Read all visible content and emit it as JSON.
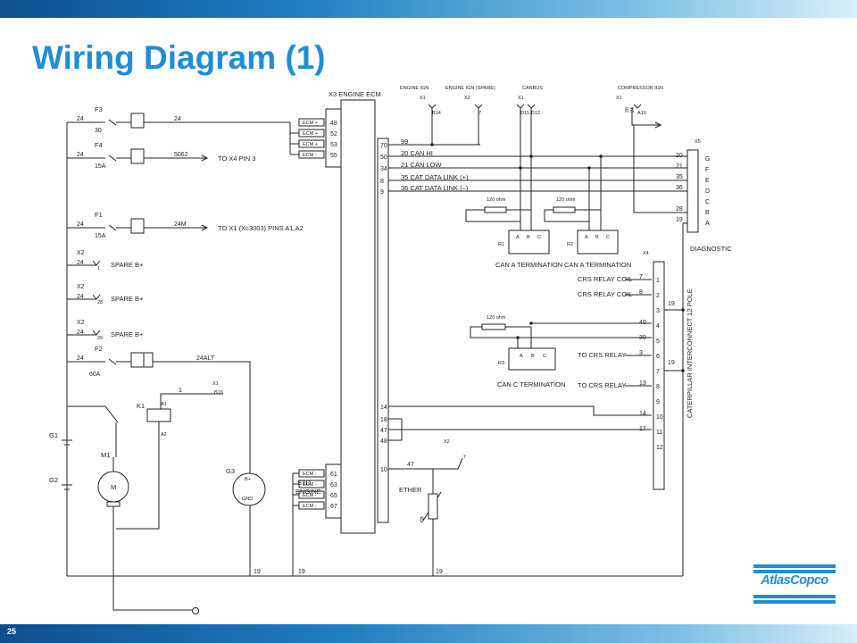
{
  "slide": {
    "title": "Wiring Diagram (1)",
    "page_number": "25"
  },
  "logo": {
    "text": "AtlasCopco",
    "color": "#1f8ed3"
  },
  "colors": {
    "accent": "#1f8ed3",
    "bar_dark": "#0d4f8f",
    "line": "#222222"
  },
  "diagram": {
    "ecm_title": "X3 ENGINE ECM",
    "harness": {
      "engine_ign": "ENGINE IGN",
      "engine_ign_spare": "ENGINE IGN (SPARE)",
      "canbus": "CANBUS",
      "compressor_ign": "COMPRESSOR IGN",
      "x1_a": "X1",
      "x2_a": "X2",
      "x1_b": "X1",
      "x1_c": "X1",
      "b14": "B14",
      "t7": "7",
      "d11": "D11",
      "d12": "D12",
      "a16": "A16",
      "n28": "28",
      "n24": "24"
    },
    "fuses": [
      {
        "name": "F3",
        "rating": "30",
        "in_wire": "24",
        "out_wire": "24",
        "target": ""
      },
      {
        "name": "F4",
        "rating": "15A",
        "in_wire": "24",
        "out_wire": "5062",
        "target": "TO X4 PIN 3"
      },
      {
        "name": "F1",
        "rating": "15A",
        "in_wire": "24",
        "out_wire": "24M",
        "target": "TO X1 (Xc3003) PINS A1,A2"
      },
      {
        "name": "F2",
        "rating": "60A",
        "in_wire": "24",
        "out_wire": "24ALT",
        "target": ""
      }
    ],
    "spares": [
      {
        "conn": "X2",
        "wire": "24",
        "pin": "1",
        "label": "SPARE B+"
      },
      {
        "conn": "X2",
        "wire": "24",
        "pin": "28",
        "label": "SPARE B+"
      },
      {
        "conn": "X2",
        "wire": "24",
        "pin": "29",
        "label": "SPARE B+"
      }
    ],
    "ecm_top_pins": [
      {
        "label": "ECM +",
        "pin": "48"
      },
      {
        "label": "ECM +",
        "pin": "52"
      },
      {
        "label": "ECM +",
        "pin": "53"
      },
      {
        "label": "ECM -",
        "pin": "55"
      }
    ],
    "ecm_bottom_pins": [
      {
        "label": "ECM -",
        "pin": "61"
      },
      {
        "label": "ECM -",
        "pin": "63"
      },
      {
        "label": "ECM -",
        "pin": "65"
      },
      {
        "label": "ECM -",
        "pin": "67"
      }
    ],
    "ecm_right_pins": [
      {
        "pin": "70",
        "wire": "99"
      },
      {
        "pin": "50",
        "wire": "20 CAN HI"
      },
      {
        "pin": "34",
        "wire": "21 CAN LOW"
      },
      {
        "pin": "8",
        "wire": "35 CAT DATA LINK (+)"
      },
      {
        "pin": "9",
        "wire": "36 CAT DATA LINK (–)"
      }
    ],
    "ecm_lower_pins": [
      "14",
      "18",
      "47",
      "48",
      "10"
    ],
    "diag": {
      "conn": "X5",
      "label": "DIAGNOSTIC",
      "pins": [
        {
          "wire": "20",
          "pin": "G"
        },
        {
          "wire": "21",
          "pin": "F"
        },
        {
          "wire": "35",
          "pin": "E"
        },
        {
          "wire": "36",
          "pin": "D"
        },
        {
          "wire": "",
          "pin": "C"
        },
        {
          "wire": "28",
          "pin": "B"
        },
        {
          "wire": "19",
          "pin": "A"
        }
      ]
    },
    "terminations": [
      {
        "ref": "R1",
        "label": "CAN A TERMINATION",
        "resistor": "120 ohm",
        "pins": [
          "A",
          "B",
          "C"
        ]
      },
      {
        "ref": "R2",
        "label": "CAN A TERMINATION",
        "resistor": "120 ohm",
        "pins": [
          "A",
          "B",
          "C"
        ]
      },
      {
        "ref": "R3",
        "label": "CAN C TERMINATION",
        "resistor": "120 ohm",
        "pins": [
          "A",
          "B",
          "C"
        ]
      }
    ],
    "x4": {
      "conn": "X4",
      "label": "CATERPILLAR INTERCONNECT 12 POLE",
      "rows": [
        {
          "text": "CRS RELAY COIL",
          "wire": "7",
          "pin": "1"
        },
        {
          "text": "CRS RELAY COIL",
          "wire": "8",
          "pin": "2"
        },
        {
          "text": "",
          "wire": "",
          "pin": "3"
        },
        {
          "text": "",
          "wire": "40",
          "pin": "4"
        },
        {
          "text": "",
          "wire": "39",
          "pin": "5"
        },
        {
          "text": "TO CRS RELAY",
          "wire": "3",
          "pin": "6"
        },
        {
          "text": "",
          "wire": "",
          "pin": "7"
        },
        {
          "text": "TO CRS RELAY",
          "wire": "13",
          "pin": "8"
        },
        {
          "text": "",
          "wire": "",
          "pin": "9"
        },
        {
          "text": "",
          "wire": "14",
          "pin": "10"
        },
        {
          "text": "",
          "wire": "17",
          "pin": "11"
        },
        {
          "text": "",
          "wire": "",
          "pin": "12"
        }
      ],
      "right_wires": [
        "19",
        "19"
      ]
    },
    "relay": {
      "name": "K1",
      "a1": "A1",
      "a2": "A2",
      "wire": "1",
      "conn": "X1",
      "pin": "B16"
    },
    "batteries": [
      "G1",
      "G2"
    ],
    "motor": {
      "name": "M1",
      "symbol": "M"
    },
    "alternator": {
      "name": "G3",
      "bplus": "B+",
      "gnd": "GND"
    },
    "std_engine": "STD\nENGINE",
    "ether": {
      "label": "ETHER",
      "wire": "47",
      "conn": "X2",
      "pin": "7"
    },
    "ground_wires": [
      "19",
      "19",
      "19"
    ]
  }
}
